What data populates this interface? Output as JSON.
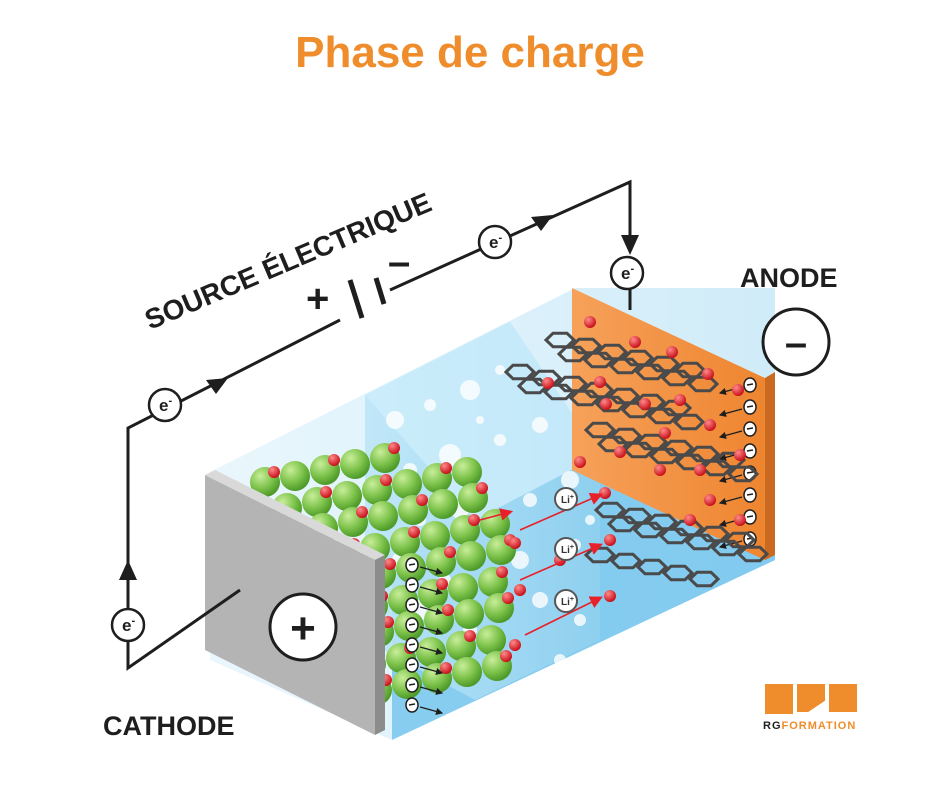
{
  "title": "Phase de charge",
  "labels": {
    "source": "SOURCE ÉLECTRIQUE",
    "anode": "ANODE",
    "cathode": "CATHODE",
    "plus": "+",
    "minus": "–"
  },
  "electron_label": "e",
  "electron_sup": "-",
  "ion_label": "Li",
  "ion_sup": "+",
  "logo": {
    "prefix": "RG",
    "suffix": "FORMATION"
  },
  "colors": {
    "accent": "#ef8d2c",
    "cathode_plate": "#a9a9a9",
    "anode_plate": "#f08c3c",
    "electrolyte": "#bfe6f7",
    "lithium_particle": "#7cc24a",
    "lithium_atom": "#e8202a",
    "graphite": "#4a4a4a",
    "wire": "#1e1e1e"
  }
}
